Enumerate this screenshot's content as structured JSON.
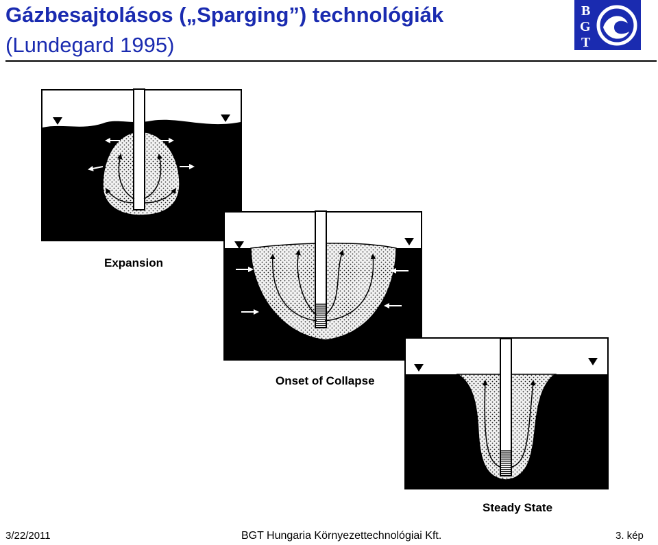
{
  "slide": {
    "title_line1": "Gázbesajtolásos („Sparging”) technológiák",
    "title_line2": "(Lundegard 1995)"
  },
  "logo": {
    "letters": [
      "B",
      "G",
      "T"
    ],
    "color": "#1a2bb0"
  },
  "diagram": {
    "panels": [
      {
        "label": "Expansion"
      },
      {
        "label": "Onset of Collapse"
      },
      {
        "label": "Steady State"
      }
    ]
  },
  "footer": {
    "date": "3/22/2011",
    "company": "BGT Hungaria Környezettechnológiai Kft.",
    "page": "3. kép"
  },
  "colors": {
    "title": "#1a2bb0",
    "ground": "#000000",
    "plume": "#ececec"
  }
}
